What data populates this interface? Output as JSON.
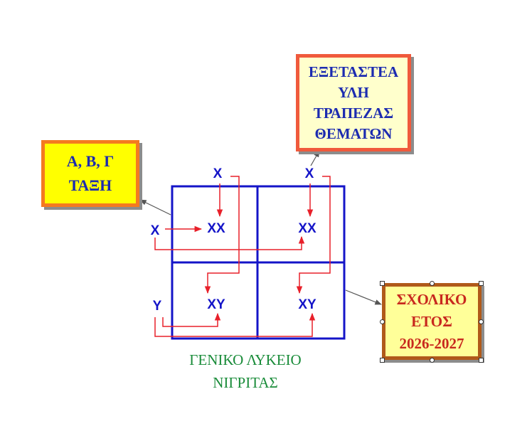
{
  "grid": {
    "top_gametes": [
      "X",
      "X"
    ],
    "left_gametes": [
      "X",
      "Y"
    ],
    "cells": [
      [
        "XX",
        "XX"
      ],
      [
        "XY",
        "XY"
      ]
    ]
  },
  "box_class": {
    "lines": [
      "Α, Β, Γ",
      "ΤΑΞΗ"
    ]
  },
  "box_exam": {
    "lines": [
      "ΕΞΕΤΑΣΤΕΑ",
      "ΥΛΗ",
      "ΤΡΑΠΕΖΑΣ",
      "ΘΕΜΑΤΩΝ"
    ]
  },
  "box_year": {
    "lines": [
      "ΣΧΟΛΙΚΟ",
      "ΕΤΟΣ",
      "2026-2027"
    ]
  },
  "school": {
    "lines": [
      "ΓΕΝΙΚΟ ΛΥΚΕΙΟ",
      "ΝΙΓΡΙΤΑΣ"
    ]
  },
  "colors": {
    "grid": "#1414c8",
    "gamete_text": "#1414c8",
    "arrows": "#e8202a",
    "connector": "#555555",
    "school_text": "#1a8c3a"
  }
}
